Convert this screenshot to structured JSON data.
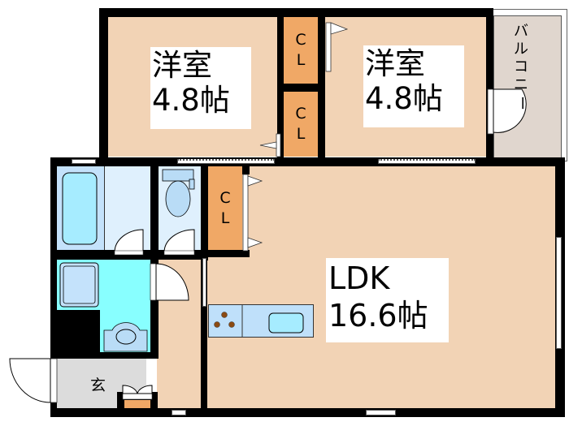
{
  "floorplan": {
    "rooms": {
      "western_room_1": {
        "name": "洋室",
        "size": "4.8帖"
      },
      "western_room_2": {
        "name": "洋室",
        "size": "4.8帖"
      },
      "ldk": {
        "name": "LDK",
        "size": "16.6帖"
      },
      "closet_upper": {
        "c": "C",
        "l": "L"
      },
      "closet_lower": {
        "c": "C",
        "l": "L"
      },
      "closet_ldk": {
        "c": "C",
        "l": "L"
      },
      "balcony": {
        "chars": [
          "バ",
          "ル",
          "コ",
          "ニ",
          "ー"
        ]
      },
      "entrance": {
        "name": "玄"
      }
    },
    "colors": {
      "room_fill": "#f2d3b5",
      "closet_fill": "#f0a866",
      "balcony_fill": "#e0d6ce",
      "bath_fill": "#c4e2fb",
      "bath_room_fill": "#dff0fd",
      "washroom_fill": "#88ffff",
      "entrance_fill": "#dcdcdc",
      "wall": "#000000",
      "stove_burner": "#8b4a12"
    }
  }
}
